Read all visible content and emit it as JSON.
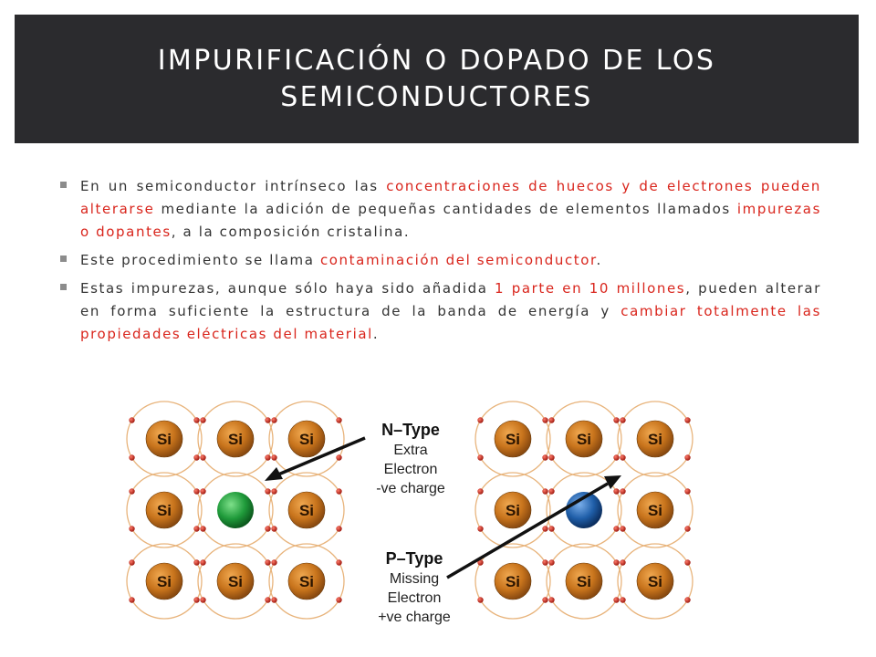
{
  "slide": {
    "title": "IMPURIFICACIÓN O DOPADO DE LOS SEMICONDUCTORES",
    "bullets": [
      {
        "segments": [
          {
            "text": "En un semiconductor intrínseco las ",
            "highlight": false
          },
          {
            "text": "concentraciones de huecos y de electrones pueden alterarse",
            "highlight": true
          },
          {
            "text": " mediante la adición de pequeñas cantidades de elementos llamados ",
            "highlight": false
          },
          {
            "text": "impurezas o dopantes",
            "highlight": true
          },
          {
            "text": ", a la composición cristalina.",
            "highlight": false
          }
        ]
      },
      {
        "segments": [
          {
            "text": "Este procedimiento se llama ",
            "highlight": false
          },
          {
            "text": "contaminación del semiconductor",
            "highlight": true
          },
          {
            "text": ".",
            "highlight": false
          }
        ]
      },
      {
        "segments": [
          {
            "text": "Estas impurezas, aunque sólo haya sido añadida ",
            "highlight": false
          },
          {
            "text": "1 parte en 10 millones",
            "highlight": true
          },
          {
            "text": ", pueden alterar en forma suficiente la estructura de la banda de energía y ",
            "highlight": false
          },
          {
            "text": "cambiar totalmente las propiedades eléctricas del material",
            "highlight": true
          },
          {
            "text": ".",
            "highlight": false
          }
        ]
      }
    ]
  },
  "diagram": {
    "atom_label": "Si",
    "n_type": {
      "heading": "N–Type",
      "lines": [
        "Extra",
        "Electron",
        "-ve charge"
      ]
    },
    "p_type": {
      "heading": "P–Type",
      "lines": [
        "Missing",
        "Electron",
        "+ve charge"
      ]
    }
  },
  "colors": {
    "title_bar": "#2b2b2e",
    "highlight": "#d9251c",
    "si_atom": "#c8741c",
    "n_dopant": "#1f9a3a",
    "p_dopant": "#1f5ea8",
    "electron": "#c42a1e",
    "orbit": "#e8b47c"
  }
}
